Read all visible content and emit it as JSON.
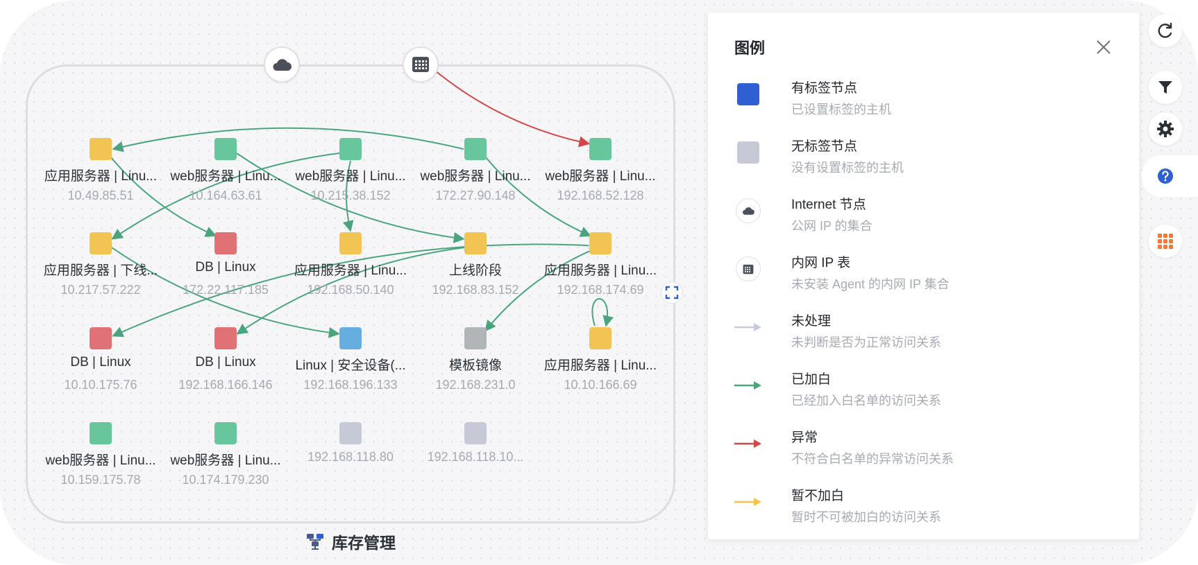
{
  "colors": {
    "tagged": "#2f5fd0",
    "untagged": "#c5cad6",
    "app_server": "#f2c453",
    "web_server": "#67c69b",
    "db": "#e07276",
    "security": "#66aee0",
    "template": "#b2b5b8",
    "edge_unprocessed": "#c8cbe0",
    "edge_whitelisted": "#4aa57d",
    "edge_abnormal": "#d04848",
    "edge_pending": "#f4c54b"
  },
  "group": {
    "label": "库存管理",
    "icon": "network-icon",
    "top_nodes": [
      {
        "id": "internet",
        "icon": "cloud-icon"
      },
      {
        "id": "intranet",
        "icon": "grid-table-icon"
      }
    ]
  },
  "nodes": [
    {
      "id": "n1",
      "name": "应用服务器 | Linu...",
      "ip": "10.49.85.51",
      "color": "#f2c453"
    },
    {
      "id": "n2",
      "name": "web服务器 | Linu...",
      "ip": "10.164.63.61",
      "color": "#67c69b"
    },
    {
      "id": "n3",
      "name": "web服务器 | Linu...",
      "ip": "10.215.38.152",
      "color": "#67c69b"
    },
    {
      "id": "n4",
      "name": "web服务器 | Linu...",
      "ip": "172.27.90.148",
      "color": "#67c69b"
    },
    {
      "id": "n5",
      "name": "web服务器 | Linu...",
      "ip": "192.168.52.128",
      "color": "#67c69b"
    },
    {
      "id": "n6",
      "name": "应用服务器 | 下线...",
      "ip": "10.217.57.222",
      "color": "#f2c453"
    },
    {
      "id": "n7",
      "name": "DB | Linux",
      "ip": "172.22.117.185",
      "color": "#e07276"
    },
    {
      "id": "n8",
      "name": "应用服务器 | Linu...",
      "ip": "192.168.50.140",
      "color": "#f2c453"
    },
    {
      "id": "n9",
      "name": "上线阶段",
      "ip": "192.168.83.152",
      "color": "#f2c453"
    },
    {
      "id": "n10",
      "name": "应用服务器 | Linu...",
      "ip": "192.168.174.69",
      "color": "#f2c453"
    },
    {
      "id": "n11",
      "name": "DB | Linux",
      "ip": "10.10.175.76",
      "color": "#e07276"
    },
    {
      "id": "n12",
      "name": "DB | Linux",
      "ip": "192.168.166.146",
      "color": "#e07276"
    },
    {
      "id": "n13",
      "name": "Linux | 安全设备(...",
      "ip": "192.168.196.133",
      "color": "#66aee0"
    },
    {
      "id": "n14",
      "name": "模板镜像",
      "ip": "192.168.231.0",
      "color": "#b2b5b8"
    },
    {
      "id": "n15",
      "name": "应用服务器 | Linu...",
      "ip": "10.10.166.69",
      "color": "#f2c453"
    },
    {
      "id": "n16",
      "name": "web服务器 | Linu...",
      "ip": "10.159.175.78",
      "color": "#67c69b"
    },
    {
      "id": "n17",
      "name": "web服务器 | Linu...",
      "ip": "10.174.179.230",
      "color": "#67c69b"
    },
    {
      "id": "n18",
      "name": "",
      "ip": "192.168.118.80",
      "color": "#c5cad6"
    },
    {
      "id": "n19",
      "name": "",
      "ip": "192.168.118.10...",
      "color": "#c5cad6"
    }
  ],
  "edges": [
    {
      "from": "intranet",
      "to": "n5",
      "status": "abnormal"
    },
    {
      "from": "n4",
      "to": "n1",
      "status": "whitelisted"
    },
    {
      "from": "n1",
      "to": "n7",
      "status": "whitelisted"
    },
    {
      "from": "n2",
      "to": "n9",
      "status": "whitelisted"
    },
    {
      "from": "n3",
      "to": "n6",
      "status": "whitelisted"
    },
    {
      "from": "n3",
      "to": "n8",
      "status": "whitelisted"
    },
    {
      "from": "n4",
      "to": "n10",
      "status": "whitelisted"
    },
    {
      "from": "n6",
      "to": "n13",
      "status": "whitelisted"
    },
    {
      "from": "n9",
      "to": "n12",
      "status": "whitelisted"
    },
    {
      "from": "n10",
      "to": "n11",
      "status": "whitelisted"
    },
    {
      "from": "n10",
      "to": "n14",
      "status": "whitelisted"
    },
    {
      "from": "n15",
      "to": "n15",
      "status": "whitelisted"
    }
  ],
  "legend": {
    "title": "图例",
    "close_icon": "close-icon",
    "items": [
      {
        "kind": "tagged",
        "label": "有标签节点",
        "desc": "已设置标签的主机"
      },
      {
        "kind": "untagged",
        "label": "无标签节点",
        "desc": "没有设置标签的主机"
      },
      {
        "kind": "internet",
        "label": "Internet 节点",
        "desc": "公网 IP 的集合"
      },
      {
        "kind": "intranet",
        "label": "内网 IP 表",
        "desc": "未安装 Agent 的内网 IP 集合"
      },
      {
        "kind": "unprocessed",
        "label": "未处理",
        "desc": "未判断是否为正常访问关系"
      },
      {
        "kind": "whitelisted",
        "label": "已加白",
        "desc": "已经加入白名单的访问关系"
      },
      {
        "kind": "abnormal",
        "label": "异常",
        "desc": "不符合白名单的异常访问关系"
      },
      {
        "kind": "pending",
        "label": "暂不加白",
        "desc": "暂时不可被加白的访问关系"
      }
    ]
  },
  "toolbar": {
    "buttons": [
      {
        "id": "refresh",
        "icon": "refresh-icon"
      },
      {
        "id": "filter",
        "icon": "filter-icon"
      },
      {
        "id": "settings",
        "icon": "gear-icon"
      },
      {
        "id": "help",
        "icon": "help-icon",
        "active": true
      },
      {
        "id": "grid",
        "icon": "grid-icon"
      }
    ]
  },
  "expand_icon": "expand-icon"
}
